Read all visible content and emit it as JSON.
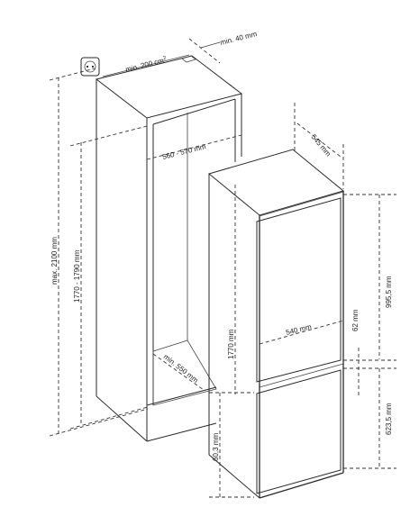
{
  "socket_icon": "power-socket-icon",
  "labels": {
    "min_area": "min. 200 cm",
    "min_area_sup": "2",
    "min_gap": "min. 40 mm",
    "max_height": "max. 2100 mm",
    "niche_height": "1770 - 1790 mm",
    "niche_width": "560 - 570 mm",
    "niche_depth": "min. 550 mm",
    "depth": "545 mm",
    "fridge_height": "1770 mm",
    "upper_height": "995,5 mm",
    "width": "540 mm",
    "gap": "62 mm",
    "lower_height": "623,5 mm",
    "base_height": "60,3 mm"
  }
}
